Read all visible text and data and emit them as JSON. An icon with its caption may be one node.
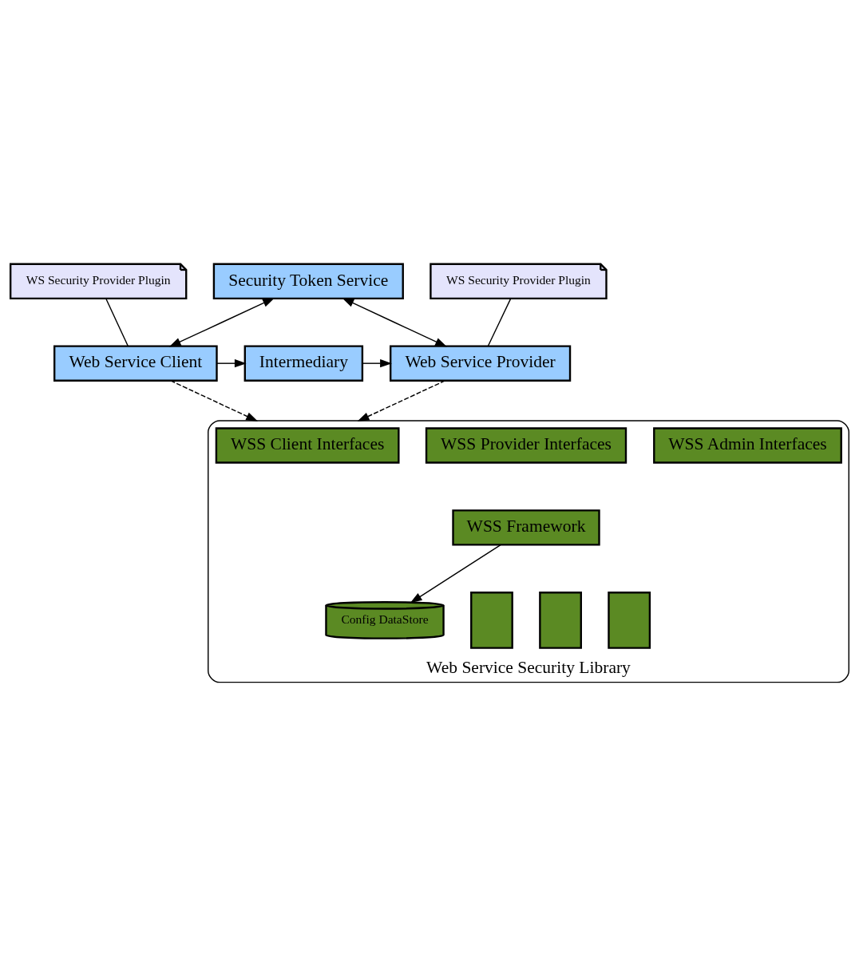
{
  "diagram": {
    "nodes": [
      {
        "text": [
          "Security Token Service"
        ]
      },
      {
        "text": [
          "WS Security Provider Plugin"
        ]
      },
      {
        "text": [
          "Web Service Client"
        ]
      },
      {
        "text": [
          "Intermediary"
        ]
      },
      {
        "text": [
          "WS Security Provider Plugin"
        ]
      },
      {
        "text": [
          "Web Service Provider"
        ]
      },
      {
        "text": [
          "Web Service Security Library"
        ]
      },
      {
        "text": [
          "WSS Client Interfaces"
        ],
        "in": 6
      },
      {
        "text": [
          "WSS Provider Interfaces"
        ],
        "in": 6
      },
      {
        "text": [
          "WSS Admin Interfaces"
        ],
        "in": 6
      },
      {
        "text": [
          "WSS Framework"
        ],
        "in": 6
      },
      {
        "text": [
          "Config DataStore"
        ],
        "in": 6
      },
      {
        "text": [],
        "shape": "box",
        "in": 6
      },
      {
        "text": [],
        "shape": "box",
        "in": 6
      },
      {
        "text": [],
        "shape": "box",
        "in": 6
      }
    ],
    "edges": [
      {
        "from": 0,
        "to": 2,
        "arrow": "both"
      },
      {
        "from": 0,
        "to": 5,
        "arrow": "both"
      },
      {
        "from": 1,
        "to": 2,
        "arrow": "none"
      },
      {
        "from": 4,
        "to": 5,
        "arrow": "none"
      },
      {
        "from": 2,
        "to": 3,
        "arrow": "to"
      },
      {
        "from": 3,
        "to": 5,
        "arrow": "to"
      },
      {
        "from": 2,
        "to": 6,
        "arrow": "to",
        "style": "dashed"
      },
      {
        "from": 5,
        "to": 6,
        "arrow": "to",
        "style": "dashed"
      },
      {
        "from": 10,
        "to": 11,
        "arrow": "to"
      }
    ]
  }
}
